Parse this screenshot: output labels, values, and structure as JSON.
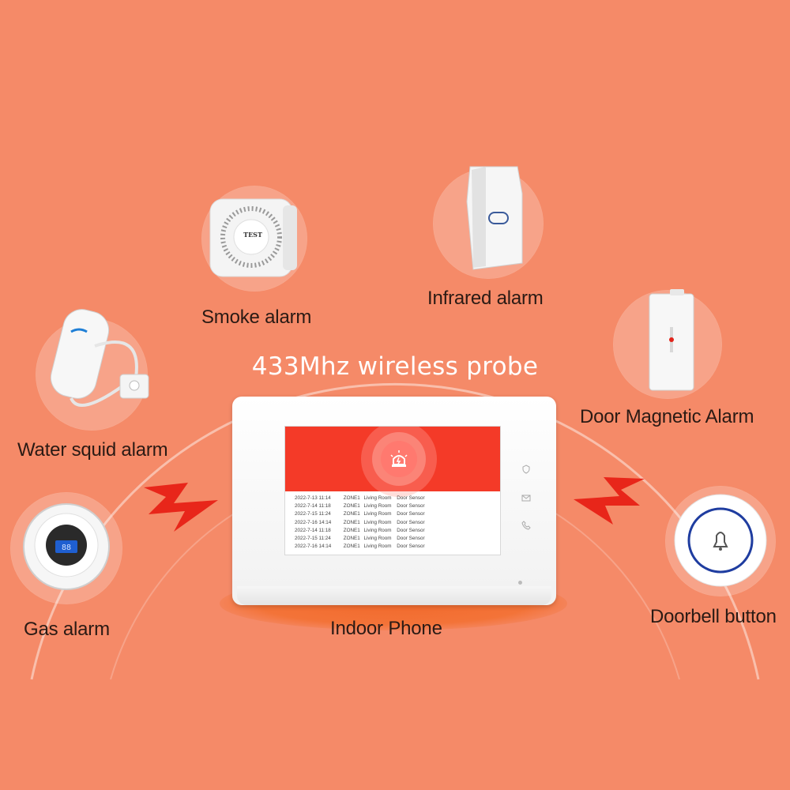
{
  "headline": "433Mhz wireless probe",
  "hub": {
    "label": "Indoor Phone",
    "log_rows": [
      {
        "time": "2022-7-13 11:14",
        "zone": "ZONE1",
        "room": "Living Room",
        "sensor": "Door Sensor"
      },
      {
        "time": "2022-7-14 11:18",
        "zone": "ZONE1",
        "room": "Living Room",
        "sensor": "Door Sensor"
      },
      {
        "time": "2022-7-15 11:24",
        "zone": "ZONE1",
        "room": "Living Room",
        "sensor": "Door Sensor"
      },
      {
        "time": "2022-7-16 14:14",
        "zone": "ZONE1",
        "room": "Living Room",
        "sensor": "Door Sensor"
      },
      {
        "time": "2022-7-14 11:18",
        "zone": "ZONE1",
        "room": "Living Room",
        "sensor": "Door Sensor"
      },
      {
        "time": "2022-7-15 11:24",
        "zone": "ZONE1",
        "room": "Living Room",
        "sensor": "Door Sensor"
      },
      {
        "time": "2022-7-16 14:14",
        "zone": "ZONE1",
        "room": "Living Room",
        "sensor": "Door Sensor"
      }
    ],
    "side_icons": [
      "shield-icon",
      "mail-icon",
      "phone-icon"
    ],
    "alarm_icon": "siren-icon"
  },
  "devices": {
    "smoke": {
      "label": "Smoke alarm",
      "badge": "TEST"
    },
    "infrared": {
      "label": "Infrared alarm"
    },
    "water": {
      "label": "Water squid alarm"
    },
    "door": {
      "label": "Door Magnetic Alarm"
    },
    "gas": {
      "label": "Gas alarm"
    },
    "doorbell": {
      "label": "Doorbell button"
    }
  },
  "colors": {
    "background": "#f58a68",
    "screen_alert": "#f43a28",
    "bolt": "#e8261a",
    "label_text": "#2a1a14",
    "headline_text": "#ffffff"
  }
}
